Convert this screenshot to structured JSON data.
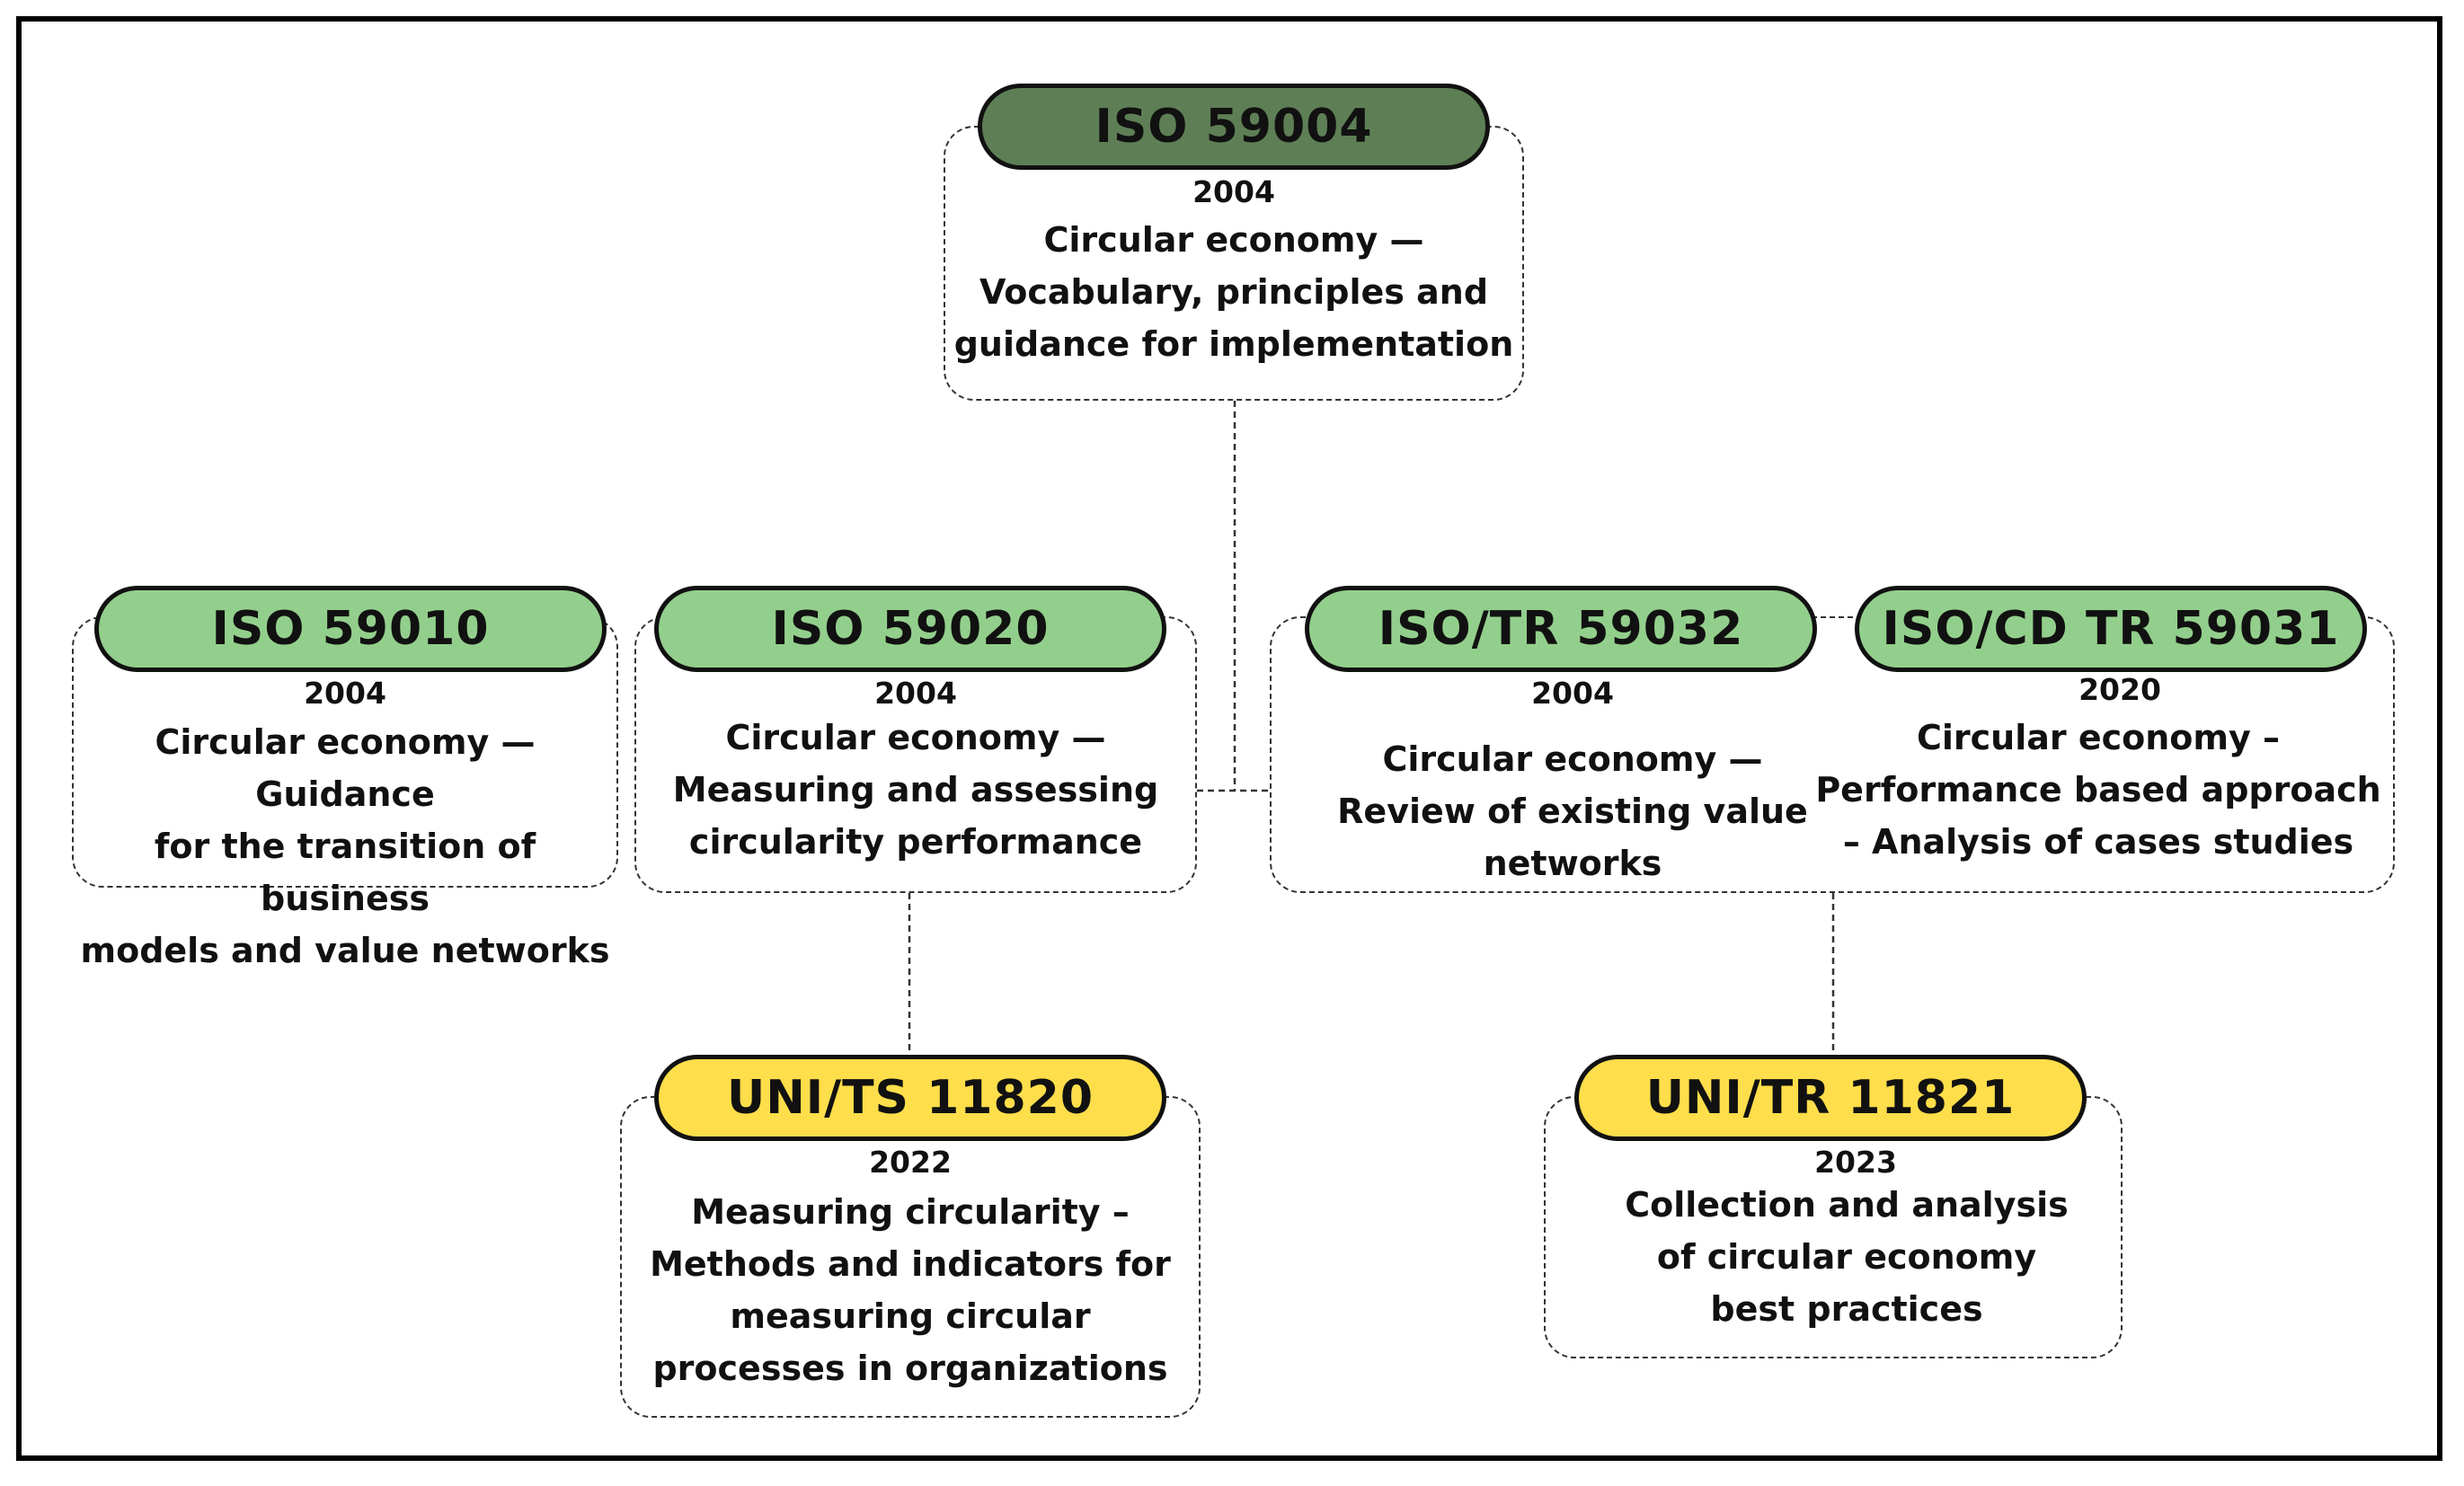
{
  "nodes": {
    "iso59004": {
      "code": "ISO 59004",
      "year": "2004",
      "lines": [
        "Circular economy —",
        "Vocabulary, principles and",
        "guidance for implementation"
      ]
    },
    "iso59010": {
      "code": "ISO 59010",
      "year": "2004",
      "lines": [
        "Circular economy — Guidance",
        "for the transition of business",
        "models and value networks"
      ]
    },
    "iso59020": {
      "code": "ISO 59020",
      "year": "2004",
      "lines": [
        "Circular economy —",
        "Measuring and assessing",
        "circularity performance"
      ]
    },
    "isotr59032": {
      "code": "ISO/TR 59032",
      "year": "2004",
      "lines": [
        "Circular economy —",
        "Review of existing value",
        "networks"
      ]
    },
    "isocdtr59031": {
      "code": "ISO/CD TR 59031",
      "year": "2020",
      "lines": [
        "Circular economy –",
        "Performance based approach",
        "– Analysis of cases studies"
      ]
    },
    "units11820": {
      "code": "UNI/TS 11820",
      "year": "2022",
      "lines": [
        "Measuring circularity –",
        "Methods and indicators for",
        "measuring circular",
        "processes in organizations"
      ]
    },
    "unitr11821": {
      "code": "UNI/TR 11821",
      "year": "2023",
      "lines": [
        "Collection and analysis",
        "of circular economy",
        "best practices"
      ]
    }
  },
  "colors": {
    "dark": "#5e7f55",
    "green": "#93cf8c",
    "yellow": "#fede4a"
  }
}
